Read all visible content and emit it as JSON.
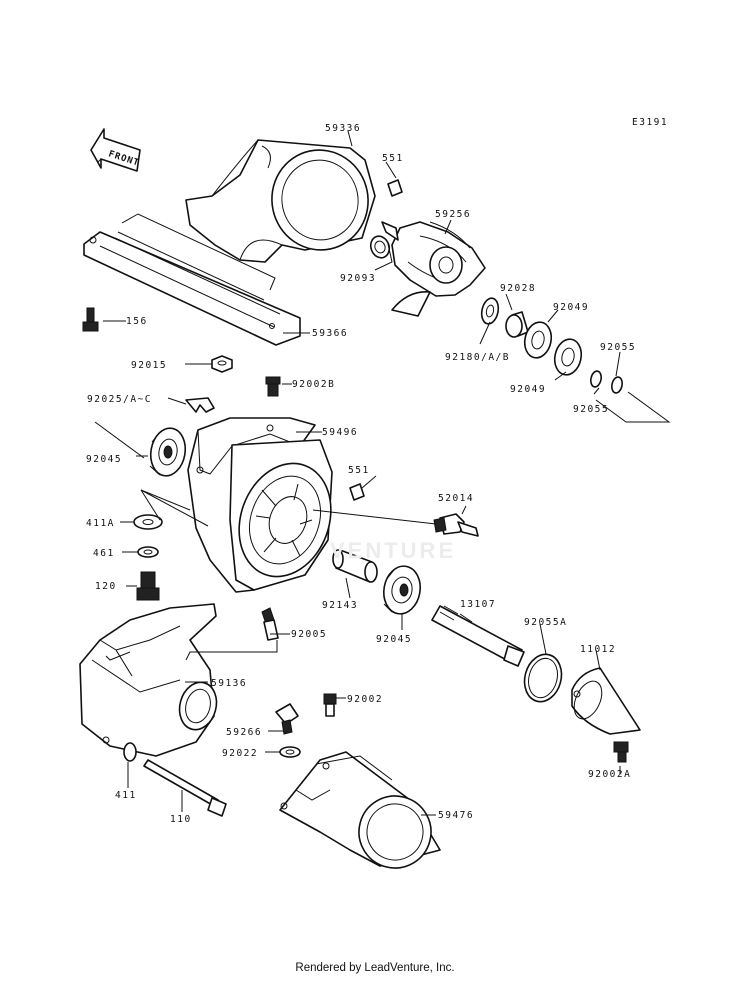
{
  "diagram": {
    "code": "E3191",
    "front_label": "FRONT",
    "watermark": "VENTURE",
    "footer": "Rendered by LeadVenture, Inc.",
    "labels": {
      "p59336": "59336",
      "p551a": "551",
      "p59256": "59256",
      "p92093": "92093",
      "p92028": "92028",
      "p92049a": "92049",
      "p92180": "92180/A/B",
      "p92049b": "92049",
      "p92055a": "92055",
      "p92055b": "92055",
      "p156": "156",
      "p59366": "59366",
      "p92015": "92015",
      "p92002B": "92002B",
      "p92025": "92025/A~C",
      "p59496": "59496",
      "p92045a": "92045",
      "p551b": "551",
      "p52014": "52014",
      "p411A": "411A",
      "p461": "461",
      "p120": "120",
      "p92143": "92143",
      "p92045b": "92045",
      "p13107": "13107",
      "p92055A": "92055A",
      "p11012": "11012",
      "p92005": "92005",
      "p59136": "59136",
      "p92002": "92002",
      "p59266": "59266",
      "p92022": "92022",
      "p92002A": "92002A",
      "p411": "411",
      "p110": "110",
      "p59476": "59476"
    }
  }
}
